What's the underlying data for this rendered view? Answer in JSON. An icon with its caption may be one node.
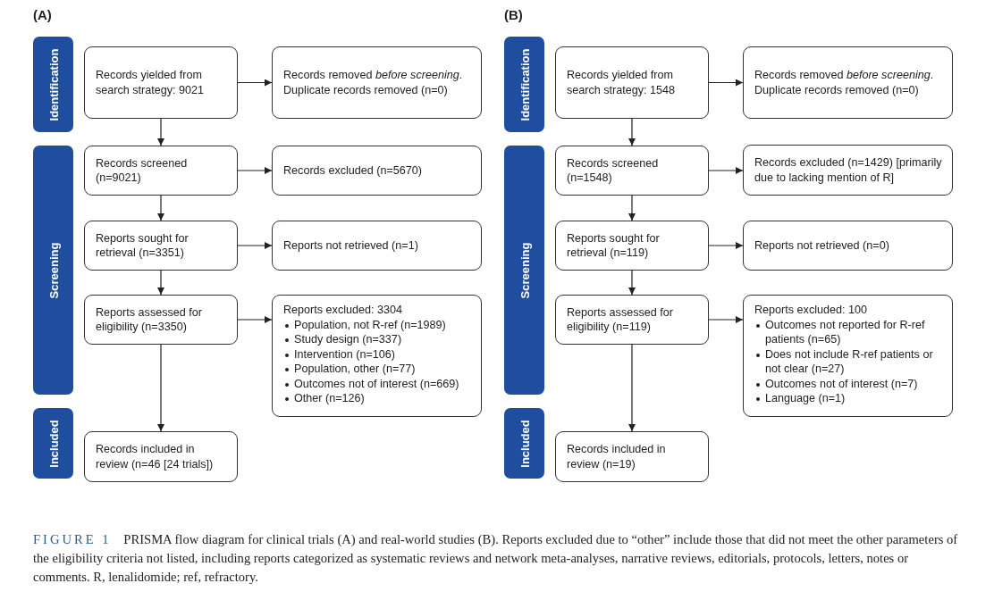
{
  "diagram": {
    "caption": "**FIGURE 1** PRISMA flow diagram for clinical trials (A) and real-world studies (B). Reports excluded due to “other” include those that did not meet the other parameters of the eligibility criteria not listed, including reports categorized as systematic reviews and network meta-analyses, narrative reviews, editorials, protocols, letters, notes or comments. R, lenalidomide; ref, refractory.",
    "nodes": [
      {
        "text": [
          "Identification"
        ]
      },
      {
        "text": [
          "Records yielded from search strategy: 9021"
        ]
      },
      {
        "text": [
          "Records removed *before screening*. Duplicate records removed (n=0)"
        ]
      },
      {
        "text": [
          "Screening"
        ]
      },
      {
        "text": [
          "Records screened (n=9021)"
        ]
      },
      {
        "text": [
          "Records excluded (n=5670)"
        ]
      },
      {
        "text": [
          "Reports sought for retrieval (n=3351)"
        ]
      },
      {
        "text": [
          "Reports not retrieved (n=1)"
        ]
      },
      {
        "text": [
          "Reports assessed for eligibility (n=3350)"
        ]
      },
      {
        "text": [
          "Reports excluded: 3304",
          "Population, not R-ref (n=1989)",
          "Study design (n=337)",
          "Intervention (n=106)",
          "Population, other (n=77)",
          "Outcomes not of interest (n=669)",
          "Other (n=126)"
        ]
      },
      {
        "text": [
          "Included"
        ]
      },
      {
        "text": [
          "Records included in review (n=46 [24 trials])"
        ]
      },
      {
        "text": [
          "Identification"
        ]
      },
      {
        "text": [
          "Records yielded from search strategy: 1548"
        ]
      },
      {
        "text": [
          "Records removed *before screening*. Duplicate records removed (n=0)"
        ]
      },
      {
        "text": [
          "Screening"
        ]
      },
      {
        "text": [
          "Records screened (n=1548)"
        ]
      },
      {
        "text": [
          "Records excluded (n=1429) [primarily due to lacking mention of R]"
        ]
      },
      {
        "text": [
          "Reports sought for retrieval (n=119)"
        ]
      },
      {
        "text": [
          "Reports not retrieved (n=0)"
        ]
      },
      {
        "text": [
          "Reports assessed for eligibility (n=119)"
        ]
      },
      {
        "text": [
          "Reports excluded: 100",
          "Outcomes not reported for R-ref patients (n=65)",
          "Does not include R-ref patients or not clear (n=27)",
          "Outcomes not of interest (n=7)",
          "Language (n=1)"
        ]
      },
      {
        "text": [
          "Included"
        ]
      },
      {
        "text": [
          "Records included in review (n=19)"
        ]
      }
    ],
    "edges": [
      {
        "from": 1,
        "to": 2,
        "arrow": "to"
      },
      {
        "from": 1,
        "to": 4,
        "arrow": "to"
      },
      {
        "from": 4,
        "to": 5,
        "arrow": "to"
      },
      {
        "from": 4,
        "to": 6,
        "arrow": "to"
      },
      {
        "from": 6,
        "to": 7,
        "arrow": "to"
      },
      {
        "from": 6,
        "to": 8,
        "arrow": "to"
      },
      {
        "from": 8,
        "to": 9,
        "arrow": "to"
      },
      {
        "from": 8,
        "to": 11,
        "arrow": "to"
      },
      {
        "from": 13,
        "to": 14,
        "arrow": "to"
      },
      {
        "from": 13,
        "to": 16,
        "arrow": "to"
      },
      {
        "from": 16,
        "to": 17,
        "arrow": "to"
      },
      {
        "from": 16,
        "to": 18,
        "arrow": "to"
      },
      {
        "from": 18,
        "to": 19,
        "arrow": "to"
      },
      {
        "from": 18,
        "to": 20,
        "arrow": "to"
      },
      {
        "from": 20,
        "to": 21,
        "arrow": "to"
      },
      {
        "from": 20,
        "to": 23,
        "arrow": "to"
      }
    ],
    "labels": [
      "(A)",
      "(B)"
    ]
  }
}
